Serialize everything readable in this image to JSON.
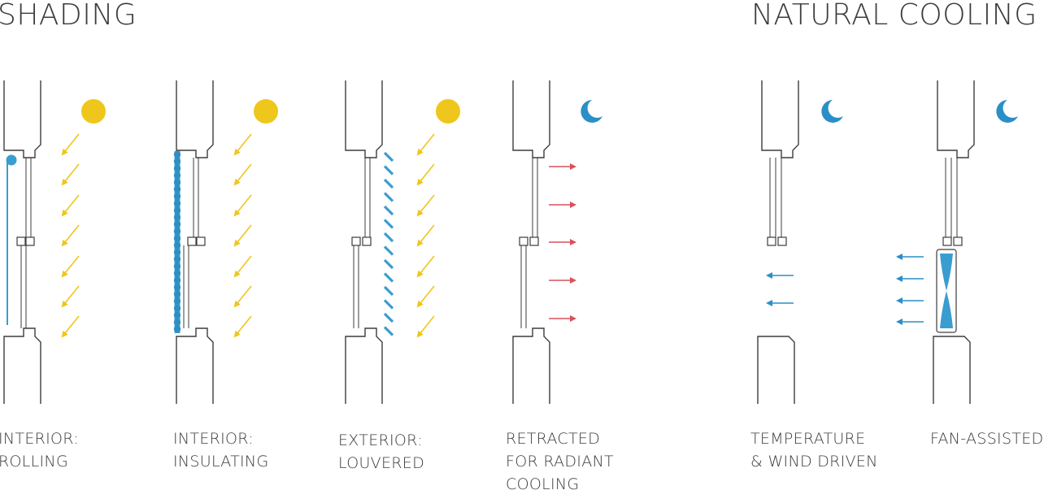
{
  "sections": {
    "shading": "SHADING",
    "natural_cooling": "NATURAL COOLING"
  },
  "panels": [
    {
      "id": "interior-rolling",
      "line1": "INTERIOR:",
      "line2": "ROLLING",
      "line3": ""
    },
    {
      "id": "interior-insulating",
      "line1": "INTERIOR:",
      "line2": "INSULATING",
      "line3": ""
    },
    {
      "id": "exterior-louvered",
      "line1": "EXTERIOR:",
      "line2": "LOUVERED",
      "line3": ""
    },
    {
      "id": "retracted",
      "line1": "RETRACTED",
      "line2": "FOR RADIANT",
      "line3": "COOLING"
    },
    {
      "id": "temperature-wind",
      "line1": "TEMPERATURE",
      "line2": "& WIND DRIVEN",
      "line3": ""
    },
    {
      "id": "fan-assisted",
      "line1": "FAN-ASSISTED",
      "line2": "",
      "line3": ""
    }
  ],
  "colors": {
    "sun": "#efc61c",
    "moon": "#2a8fc7",
    "shade_blue": "#3a9dd0",
    "heat_red": "#d9515a",
    "air_blue": "#2a8fc7",
    "line": "#3d3d3d"
  },
  "icons": [
    "sun-icon",
    "moon-icon",
    "sun-ray-arrow-icon",
    "heat-arrow-icon",
    "airflow-arrow-icon",
    "fan-icon"
  ]
}
